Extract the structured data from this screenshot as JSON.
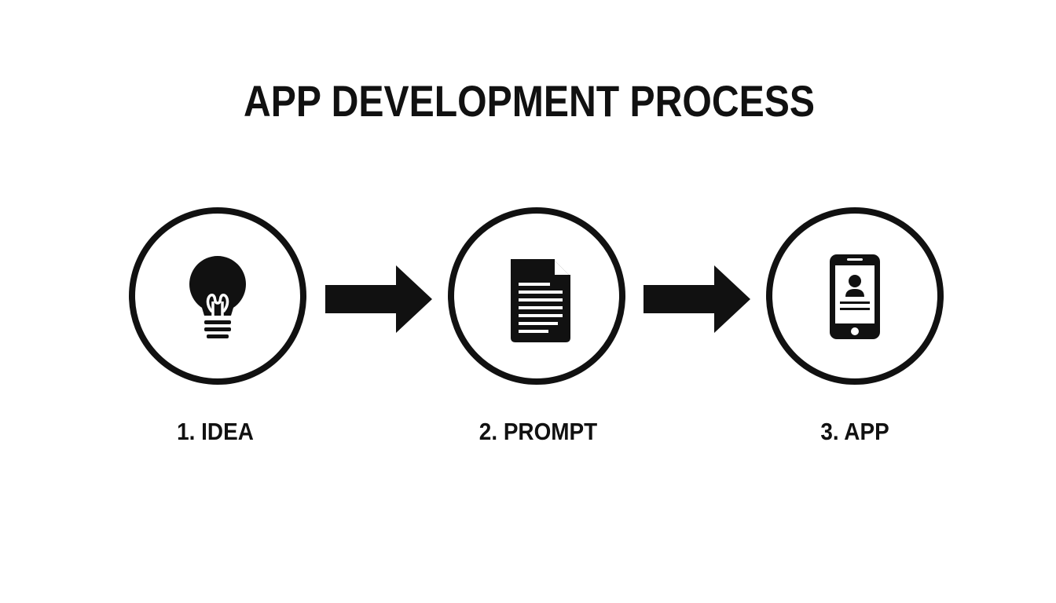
{
  "title": "APP DEVELOPMENT PROCESS",
  "steps": [
    {
      "label": "1. IDEA",
      "icon": "lightbulb-icon"
    },
    {
      "label": "2. PROMPT",
      "icon": "document-icon"
    },
    {
      "label": "3. APP",
      "icon": "smartphone-icon"
    }
  ],
  "colors": {
    "foreground": "#111111",
    "background": "#ffffff"
  }
}
